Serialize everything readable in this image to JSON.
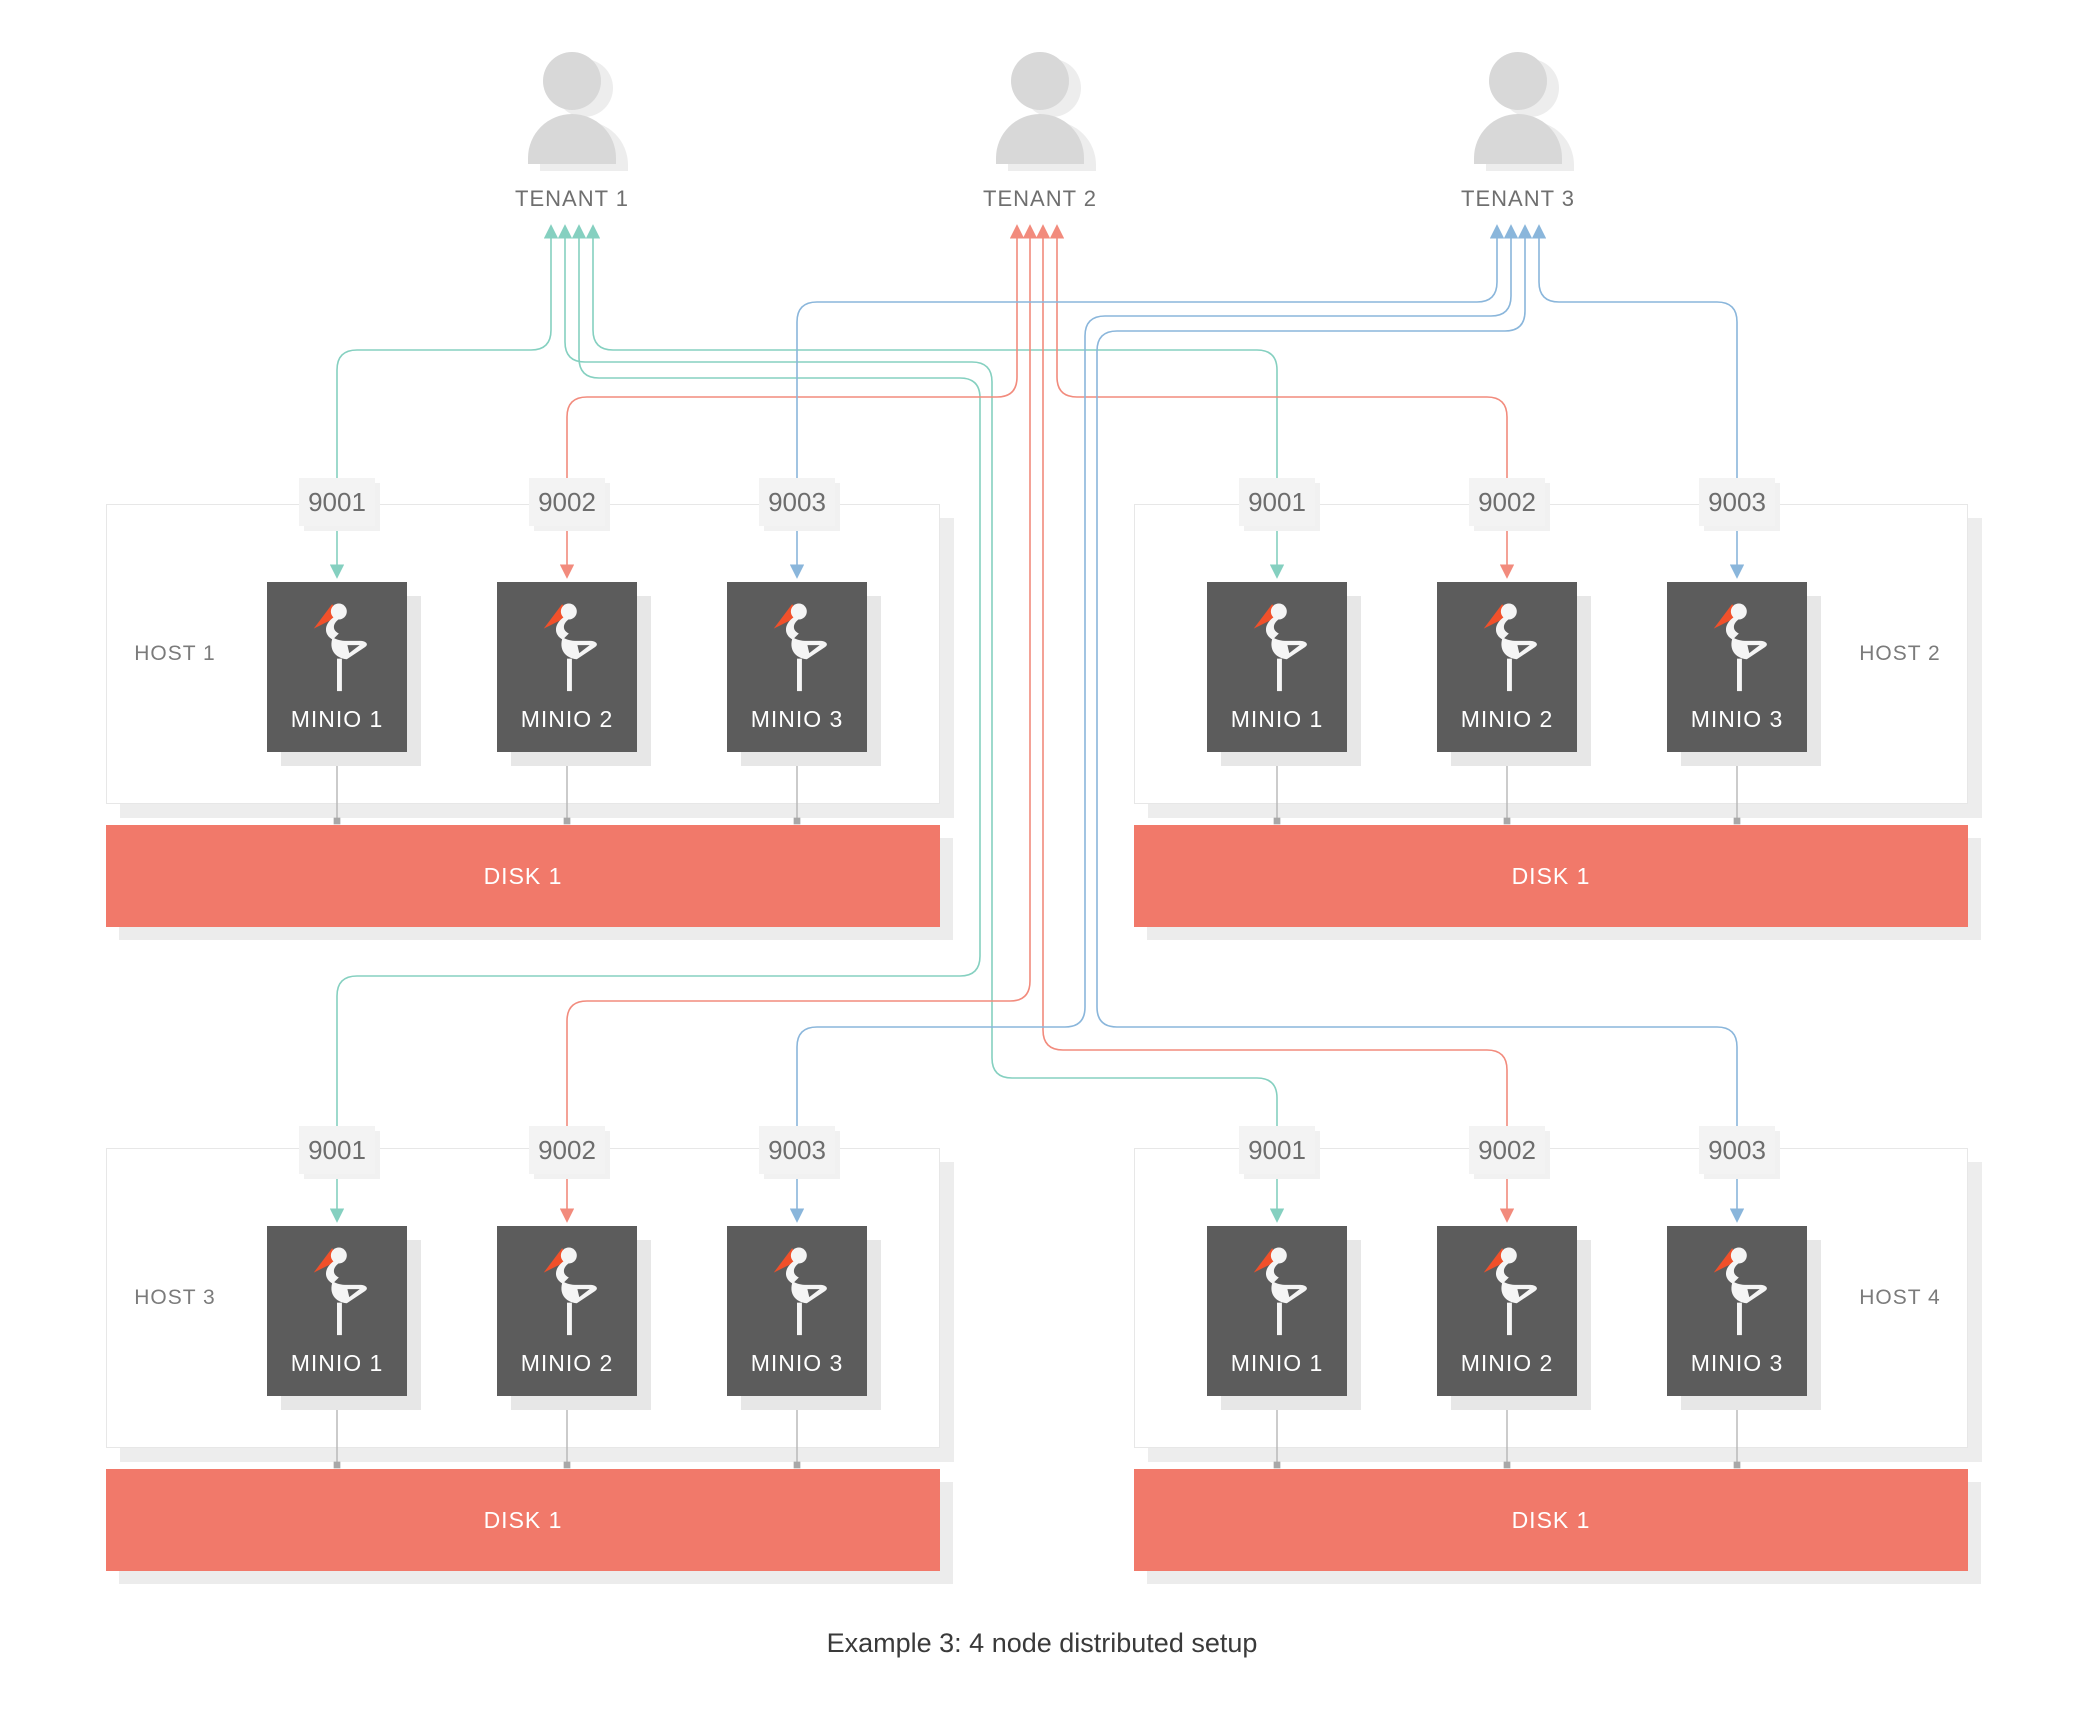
{
  "caption": "Example 3: 4 node distributed setup",
  "tenants": [
    {
      "label": "TENANT 1"
    },
    {
      "label": "TENANT 2"
    },
    {
      "label": "TENANT 3"
    }
  ],
  "hosts": [
    {
      "label": "HOST 1",
      "label_side": "left",
      "disk": "DISK 1",
      "nodes": [
        {
          "port": "9001",
          "label": "MINIO 1"
        },
        {
          "port": "9002",
          "label": "MINIO 2"
        },
        {
          "port": "9003",
          "label": "MINIO 3"
        }
      ]
    },
    {
      "label": "HOST 2",
      "label_side": "right",
      "disk": "DISK 1",
      "nodes": [
        {
          "port": "9001",
          "label": "MINIO 1"
        },
        {
          "port": "9002",
          "label": "MINIO 2"
        },
        {
          "port": "9003",
          "label": "MINIO 3"
        }
      ]
    },
    {
      "label": "HOST 3",
      "label_side": "left",
      "disk": "DISK 1",
      "nodes": [
        {
          "port": "9001",
          "label": "MINIO 1"
        },
        {
          "port": "9002",
          "label": "MINIO 2"
        },
        {
          "port": "9003",
          "label": "MINIO 3"
        }
      ]
    },
    {
      "label": "HOST 4",
      "label_side": "right",
      "disk": "DISK 1",
      "nodes": [
        {
          "port": "9001",
          "label": "MINIO 1"
        },
        {
          "port": "9002",
          "label": "MINIO 2"
        },
        {
          "port": "9003",
          "label": "MINIO 3"
        }
      ]
    }
  ],
  "colors": {
    "tenant1_line": "#85d0c0",
    "tenant2_line": "#f28b7d",
    "tenant3_line": "#8ab6db",
    "disk": "#f1796a",
    "minio_box": "#5c5c5c",
    "beak_orange": "#f0502a",
    "bird_white": "#f5f5f5",
    "tenant_icon_gray": "#d8d8d8"
  },
  "icons": {
    "tenant": "user-silhouette-icon",
    "minio": "minio-stork-icon"
  }
}
